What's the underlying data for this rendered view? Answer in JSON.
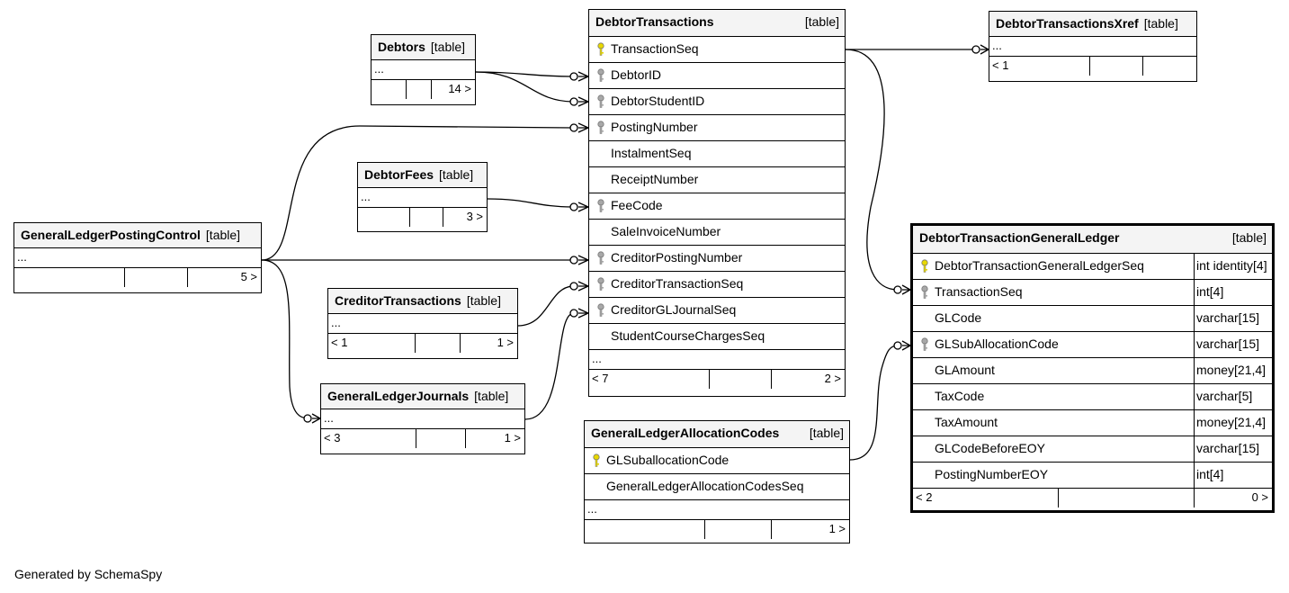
{
  "footer": "Generated by SchemaSpy",
  "ellipsis": "...",
  "table_type_label": "[table]",
  "tables": {
    "debtors": {
      "name": "Debtors",
      "left": "",
      "right": "14 >"
    },
    "debtor_fees": {
      "name": "DebtorFees",
      "left": "",
      "right": "3 >"
    },
    "gl_posting_control": {
      "name": "GeneralLedgerPostingControl",
      "left": "",
      "right": "5 >"
    },
    "creditor_transactions": {
      "name": "CreditorTransactions",
      "left": "< 1",
      "right": "1 >"
    },
    "gl_journals": {
      "name": "GeneralLedgerJournals",
      "left": "< 3",
      "right": "1 >"
    },
    "debtor_transactions": {
      "name": "DebtorTransactions",
      "columns": [
        {
          "name": "TransactionSeq",
          "key": "primary"
        },
        {
          "name": "DebtorID",
          "key": "foreign"
        },
        {
          "name": "DebtorStudentID",
          "key": "foreign"
        },
        {
          "name": "PostingNumber",
          "key": "foreign"
        },
        {
          "name": "InstalmentSeq",
          "key": "none"
        },
        {
          "name": "ReceiptNumber",
          "key": "none"
        },
        {
          "name": "FeeCode",
          "key": "foreign"
        },
        {
          "name": "SaleInvoiceNumber",
          "key": "none"
        },
        {
          "name": "CreditorPostingNumber",
          "key": "foreign"
        },
        {
          "name": "CreditorTransactionSeq",
          "key": "foreign"
        },
        {
          "name": "CreditorGLJournalSeq",
          "key": "foreign"
        },
        {
          "name": "StudentCourseChargesSeq",
          "key": "none"
        }
      ],
      "left": "< 7",
      "right": "2 >"
    },
    "gl_allocation_codes": {
      "name": "GeneralLedgerAllocationCodes",
      "columns": [
        {
          "name": "GLSuballocationCode",
          "key": "primary"
        },
        {
          "name": "GeneralLedgerAllocationCodesSeq",
          "key": "none"
        }
      ],
      "left": "",
      "right": "1 >"
    },
    "debtor_transactions_xref": {
      "name": "DebtorTransactionsXref",
      "left": "< 1",
      "right": ""
    },
    "debtor_transaction_gl": {
      "name": "DebtorTransactionGeneralLedger",
      "columns": [
        {
          "name": "DebtorTransactionGeneralLedgerSeq",
          "type": "int identity[4]",
          "key": "primary"
        },
        {
          "name": "TransactionSeq",
          "type": "int[4]",
          "key": "foreign"
        },
        {
          "name": "GLCode",
          "type": "varchar[15]",
          "key": "none"
        },
        {
          "name": "GLSubAllocationCode",
          "type": "varchar[15]",
          "key": "foreign"
        },
        {
          "name": "GLAmount",
          "type": "money[21,4]",
          "key": "none"
        },
        {
          "name": "TaxCode",
          "type": "varchar[5]",
          "key": "none"
        },
        {
          "name": "TaxAmount",
          "type": "money[21,4]",
          "key": "none"
        },
        {
          "name": "GLCodeBeforeEOY",
          "type": "varchar[15]",
          "key": "none"
        },
        {
          "name": "PostingNumberEOY",
          "type": "int[4]",
          "key": "none"
        }
      ],
      "left": "< 2",
      "right": "0 >"
    }
  },
  "colors": {
    "primary_key": "#e8d800",
    "foreign_key": "#a8a8a8",
    "header_bg": "#f4f4f4"
  }
}
